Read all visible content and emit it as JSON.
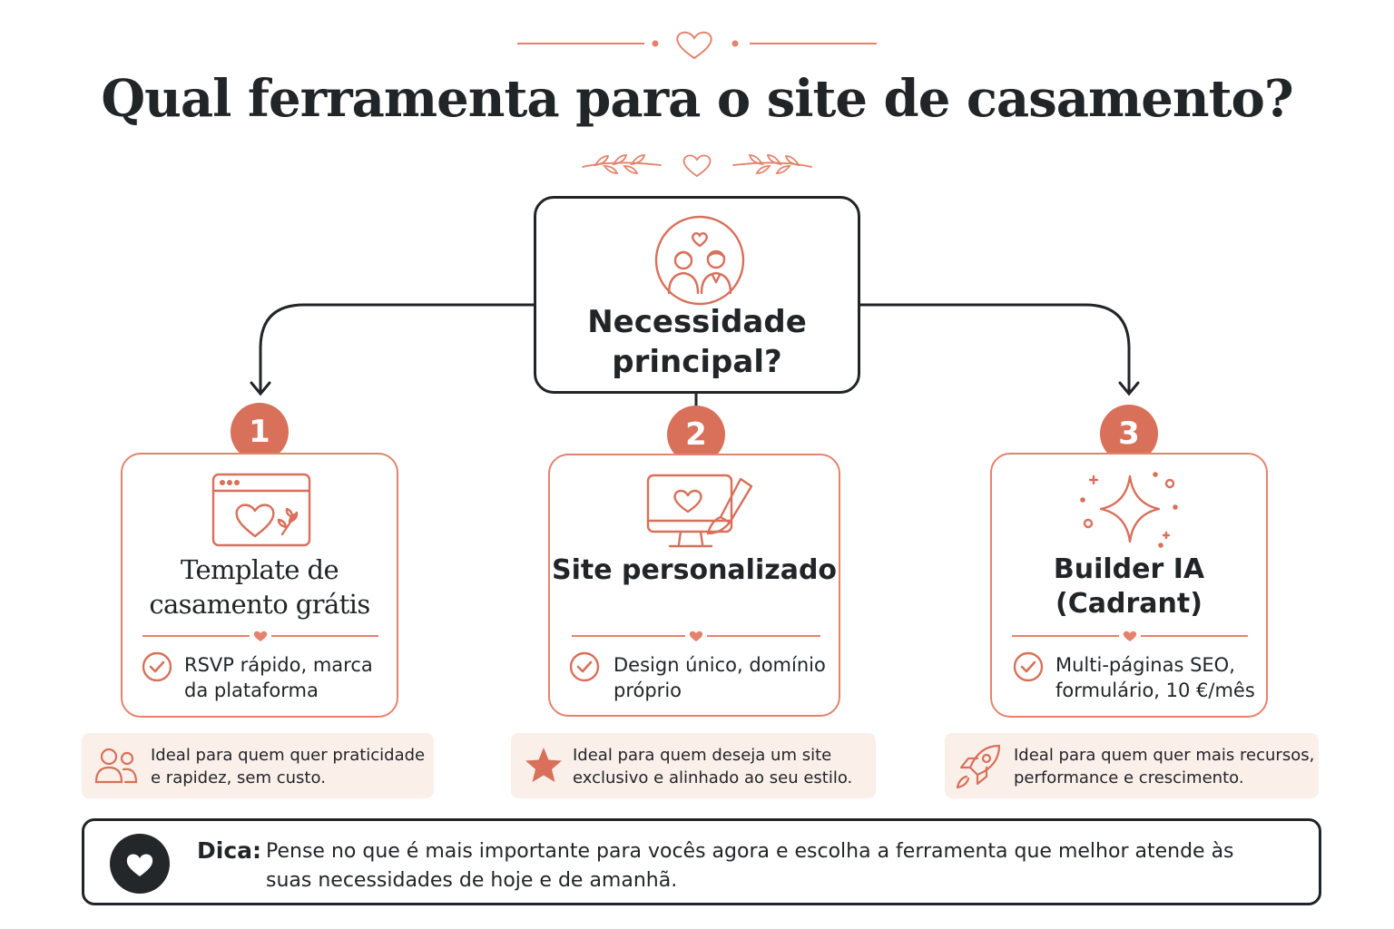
{
  "title": "Qual ferramenta para o site de casamento?",
  "root": {
    "label": "Necessidade principal?",
    "icon": "couple-heart-icon"
  },
  "options": [
    {
      "number": "1",
      "title": "Template de casamento grátis",
      "feature": "RSVP rápido, marca da plataforma",
      "icon": "browser-heart-icon",
      "ideal": "Ideal para quem quer praticidade e rapidez, sem custo.",
      "ideal_icon": "people-icon"
    },
    {
      "number": "2",
      "title": "Site personalizado",
      "feature": "Design único, domínio próprio",
      "icon": "monitor-brush-icon",
      "ideal": "Ideal para quem deseja um site exclusivo e alinhado ao seu estilo.",
      "ideal_icon": "star-icon"
    },
    {
      "number": "3",
      "title": "Builder IA (Cadrant)",
      "feature": "Multi-páginas SEO, formulário, 10 €/mês",
      "icon": "sparkle-icon",
      "ideal": "Ideal para quem quer mais recursos, performance e crescimento.",
      "ideal_icon": "rocket-icon"
    }
  ],
  "tip": {
    "label": "Dica:",
    "text": "Pense no que é mais importante para vocês agora e escolha a ferramenta que melhor atende às suas necessidades de hoje e de amanhã."
  },
  "colors": {
    "accent": "#d8705a",
    "accent_line": "#e3836d",
    "ink": "#222528",
    "ideal_bg": "#fbefea"
  }
}
